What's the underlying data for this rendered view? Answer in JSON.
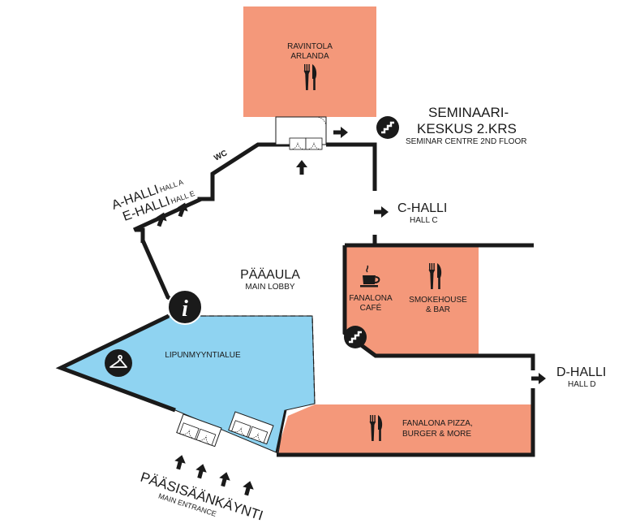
{
  "colors": {
    "room": "#f4987a",
    "ticket_area": "#8fd3f1",
    "wall": "#1a1a1a"
  },
  "restaurant_arlanda": {
    "line1": "RAVINTOLA",
    "line2": "ARLANDA",
    "icon": "fork-knife-icon"
  },
  "seminar": {
    "line1": "SEMINAARI-",
    "line2": "KESKUS 2.KRS",
    "sub": "SEMINAR CENTRE 2ND FLOOR",
    "icon": "stairs-icon"
  },
  "wc": "WC",
  "hall_a": {
    "main": "A-HALLI",
    "sub": "HALL A"
  },
  "hall_e": {
    "main": "E-HALLI",
    "sub": "HALL E"
  },
  "hall_c": {
    "main": "C-HALLI",
    "sub": "HALL C"
  },
  "hall_d": {
    "main": "D-HALLI",
    "sub": "HALL D"
  },
  "lobby": {
    "main": "PÄÄAULA",
    "sub": "MAIN LOBBY"
  },
  "info_icon_text": "i",
  "ticket_area": {
    "label": "LIPUNMYYNTIALUE",
    "icon": "coat-hanger-icon"
  },
  "cafe": {
    "line1": "FANALONA",
    "line2": "CAFÉ",
    "icon": "coffee-cup-icon"
  },
  "smokehouse": {
    "line1": "SMOKEHOUSE",
    "line2": "& BAR",
    "icon": "fork-knife-icon"
  },
  "pizza": {
    "line1": "FANALONA PIZZA,",
    "line2": "BURGER & MORE",
    "icon": "fork-knife-icon"
  },
  "entrance": {
    "main": "PÄÄSISÄÄNKÄYNTI",
    "sub": "MAIN ENTRANCE"
  }
}
